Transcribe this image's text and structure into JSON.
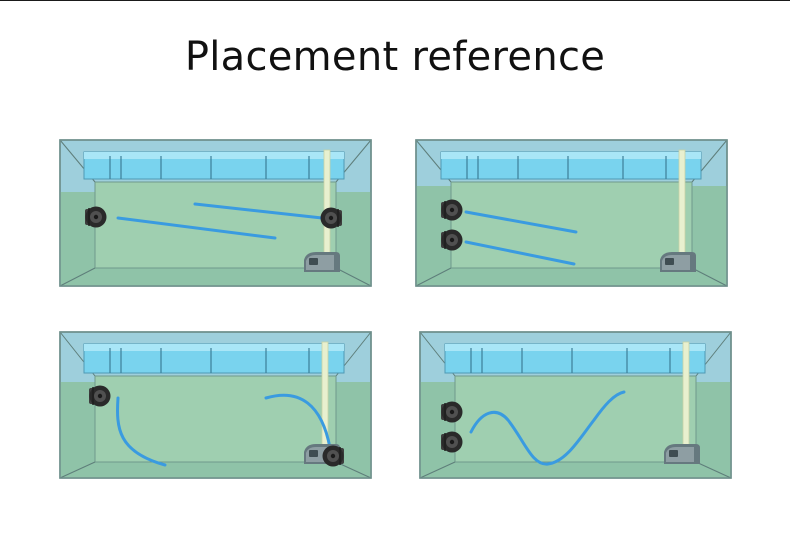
{
  "title": "Placement reference",
  "colors": {
    "water": "#8fc3a8",
    "air": "#8ccde0",
    "frame": "#7b9c9a",
    "flow": "#3a9be0",
    "pump": "#2a2a2a",
    "filter": "#6b7f86",
    "tray": "#79d3ee",
    "pipe": "#e7efcf"
  },
  "panels": [
    {
      "name": "panel-1",
      "pumps": 2,
      "flows": 2
    },
    {
      "name": "panel-2",
      "pumps": 2,
      "flows": 2
    },
    {
      "name": "panel-3",
      "pumps": 2,
      "flows": 2
    },
    {
      "name": "panel-4",
      "pumps": 2,
      "flows": 1
    }
  ]
}
